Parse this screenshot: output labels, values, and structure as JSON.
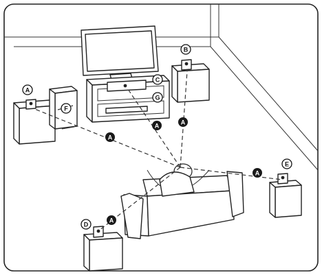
{
  "labels": {
    "A": "A",
    "B": "B",
    "C": "C",
    "D": "D",
    "E": "E",
    "F": "F",
    "G": "G"
  },
  "colors": {
    "line": "#222222",
    "background": "#ffffff",
    "floor": "#ffffff"
  }
}
